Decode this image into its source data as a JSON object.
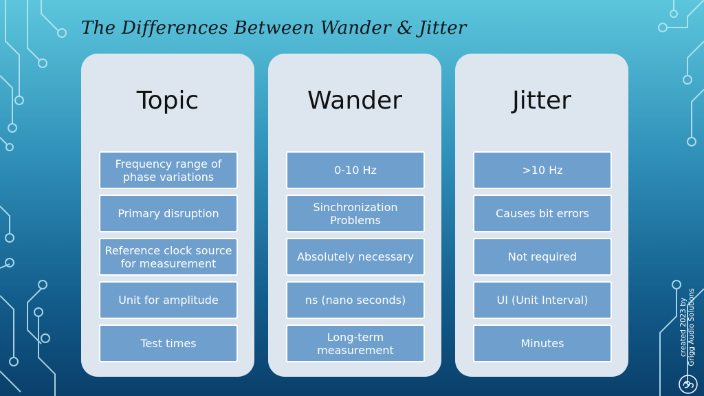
{
  "title": "The Differences Between Wander & Jitter",
  "columns": [
    {
      "heading": "Topic",
      "cells": [
        "Frequency range of phase variations",
        "Primary disruption",
        "Reference clock source for measurement",
        "Unit for amplitude",
        "Test times"
      ]
    },
    {
      "heading": "Wander",
      "cells": [
        "0-10 Hz",
        "Sinchronization Problems",
        "Absolutely necessary",
        "ns (nano seconds)",
        "Long-term measurement"
      ]
    },
    {
      "heading": "Jitter",
      "cells": [
        ">10 Hz",
        "Causes bit errors",
        "Not required",
        "UI (Unit Interval)",
        "Minutes"
      ]
    }
  ],
  "credit": {
    "line1": "created 2023 by",
    "line2": "Grigg Audio Solutions"
  },
  "logo_icon": "grigg-audio-logo-icon",
  "colors": {
    "cell_fill": "#6f9fcd",
    "column_bg": "#dde6ef",
    "background_top": "#5cc6dc",
    "background_bottom": "#0a3f6b"
  }
}
